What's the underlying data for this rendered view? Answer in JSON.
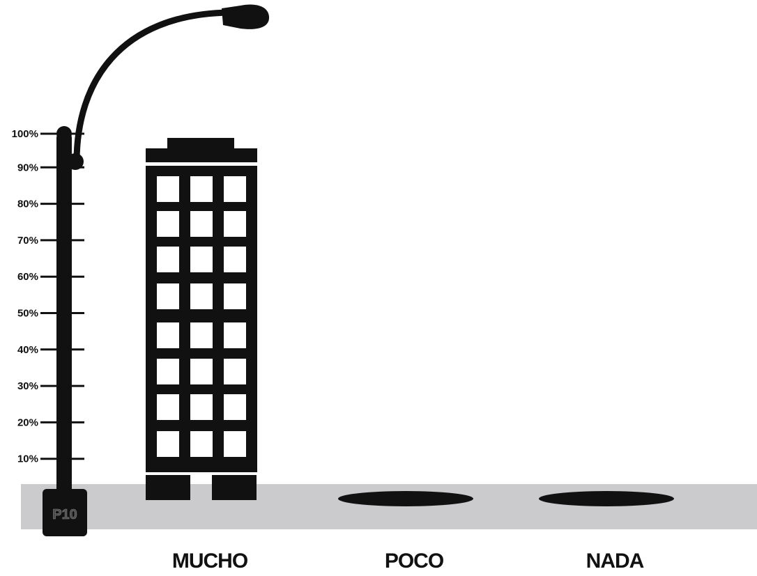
{
  "chart_data": {
    "type": "bar",
    "categories": [
      "MUCHO",
      "POCO",
      "NADA"
    ],
    "values": [
      95,
      0,
      0
    ],
    "y_ticks": [
      "10%",
      "20%",
      "30%",
      "40%",
      "50%",
      "60%",
      "70%",
      "80%",
      "90%",
      "100%"
    ],
    "ylim": [
      0,
      100
    ],
    "grid": false,
    "post_label": "P10",
    "colors": {
      "ink": "#111111",
      "ground": "#cbcbcd",
      "window": "#ffffff"
    }
  }
}
